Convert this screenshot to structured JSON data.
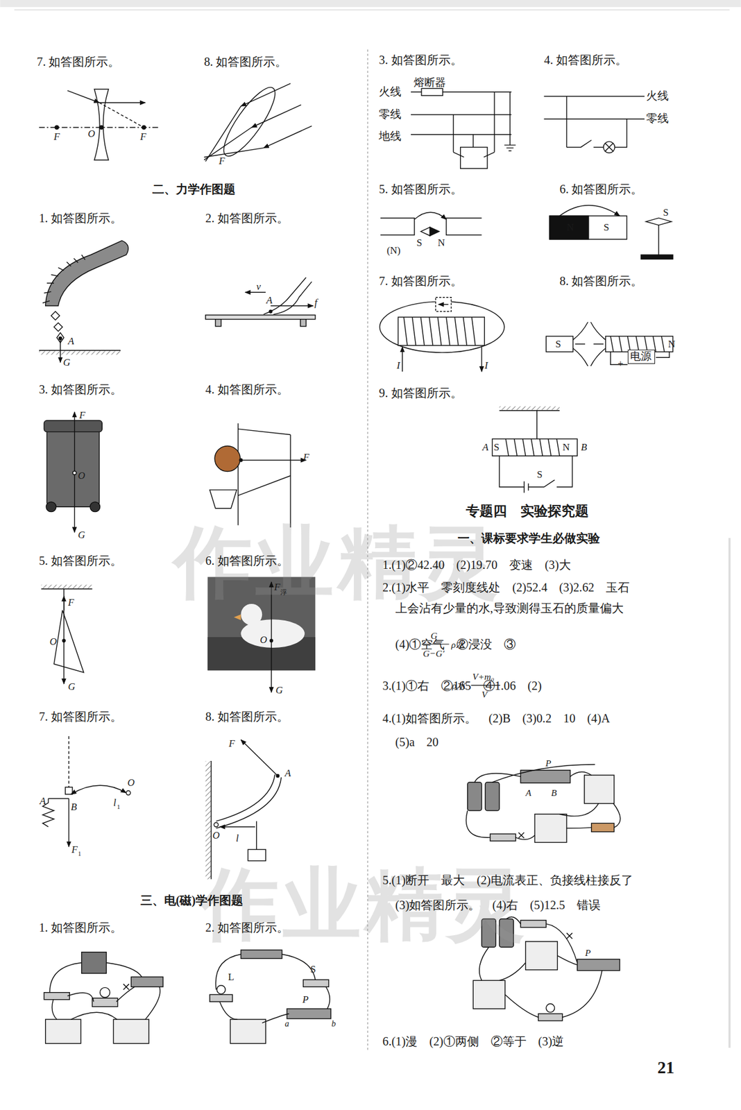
{
  "diagram": {
    "nodes": [
      {
        "text": [
          "熔断器"
        ]
      },
      {
        "text": [
          "电源"
        ]
      }
    ],
    "labels": [
      "7. 如答图所示。",
      "8. 如答图所示。",
      "F",
      "O",
      "F",
      "F",
      "二、力学作图题",
      "1. 如答图所示。",
      "2. 如答图所示。",
      "A",
      "G",
      "v",
      "A",
      "f",
      "3. 如答图所示。",
      "4. 如答图所示。",
      "F",
      "O",
      "G",
      "F",
      "5. 如答图所示。",
      "6. 如答图所示。",
      "F",
      "O",
      "G",
      "F",
      "浮",
      "O",
      "G",
      "7. 如答图所示。",
      "8. 如答图所示。",
      "A",
      "B",
      "l",
      "1",
      "O",
      "F",
      "1",
      "F",
      "A",
      "O",
      "l",
      "三、电(磁)学作图题",
      "1. 如答图所示。",
      "2. 如答图所示。",
      "L",
      "S",
      "P",
      "a",
      "b",
      "3. 如答图所示。",
      "4. 如答图所示。",
      "火线",
      "零线",
      "地线",
      "火线",
      "零线",
      "5. 如答图所示。",
      "6. 如答图所示。",
      "(N)",
      "S",
      "N",
      "N",
      "S",
      "S",
      "7. 如答图所示。",
      "8. 如答图所示。",
      "I",
      "I",
      "S",
      "N",
      "+",
      "9. 如答图所示。",
      "A",
      "S",
      "N",
      "B",
      "S",
      "专题四　实验探究题",
      "一、课标要求学生必做实验",
      "1.(1)②42.40　(2)19.70　变速　(3)大",
      "2.(1)水平　零刻度线处　(2)52.4　(3)2.62　玉石",
      "上会沾有少量的水,导致测得玉石的质量偏大",
      "(4)①空气　②浸没　③",
      "G",
      "G−G′",
      "ρ水",
      "3.(1)①右　②165　④1.06　(2)",
      "ρ水",
      "V+m₀",
      "V",
      "4.(1)如答图所示。　(2)B　(3)0.2　10　(4)A",
      "(5)a　20",
      "P",
      "A",
      "B",
      "5.(1)断开　最大　(2)电流表正、负接线柱接反了",
      "(3)如答图所示。　(4)右　(5)12.5　错误",
      "P",
      "6.(1)漫　(2)①两侧　②等于　(3)逆",
      "21",
      "作业精灵",
      "作业精灵"
    ]
  }
}
